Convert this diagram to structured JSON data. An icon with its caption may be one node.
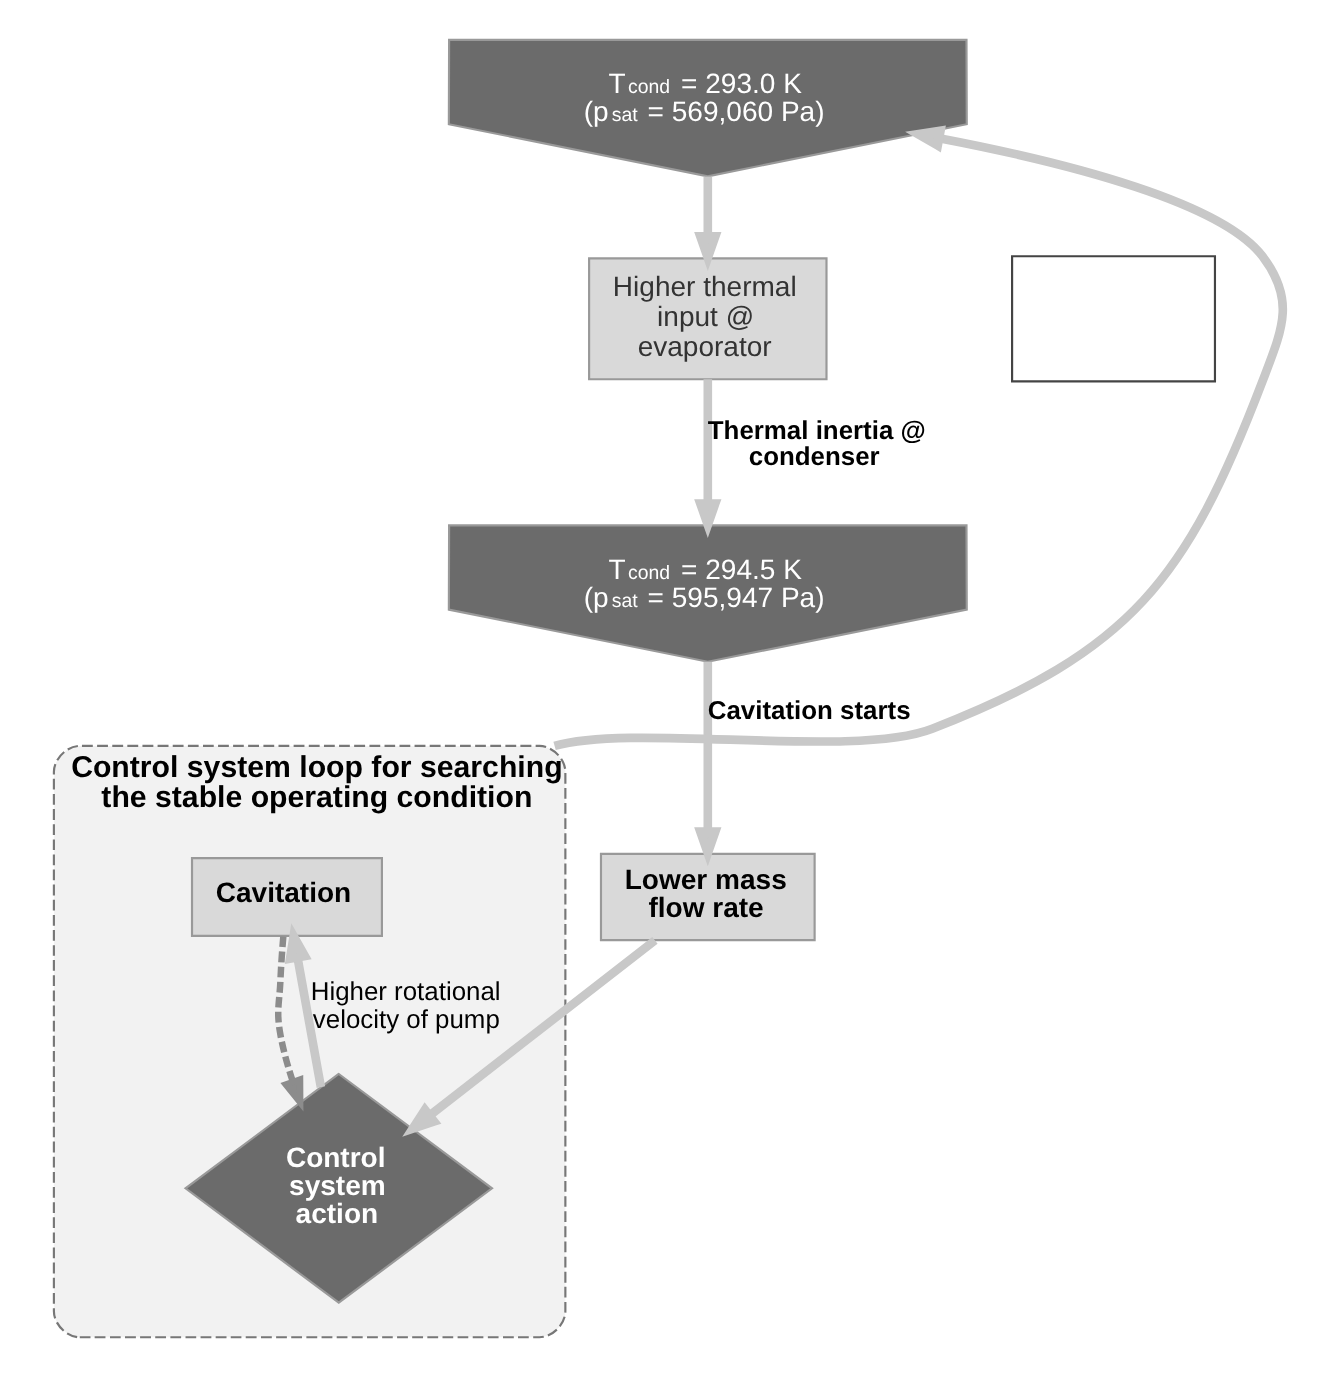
{
  "diagram": {
    "nodes": [
      {
        "text": [
          "T$_{cond}$ = 293.0 K (p$_{sat}$ = 569,060 Pa)"
        ]
      },
      {
        "text": [
          "Higher thermal input @ evaporator"
        ]
      },
      {
        "text": [],
        "shape": "box"
      },
      {
        "text": [
          "T$_{cond}$ = 294.5 K (p$_{sat}$ = 595,947 Pa)"
        ]
      },
      {
        "text": [
          "Lower mass flow rate"
        ]
      },
      {
        "text": [
          "Control system loop for searching the stable operating condition"
        ]
      },
      {
        "text": [
          "Cavitation"
        ],
        "in": 5
      },
      {
        "text": [
          "Control system action"
        ],
        "in": 5
      }
    ],
    "edges": [
      {
        "from": 0,
        "to": 1,
        "arrow": "to"
      },
      {
        "from": 1,
        "to": 3,
        "arrow": "to",
        "label": "Thermal inertia @ condenser"
      },
      {
        "from": 3,
        "to": 4,
        "arrow": "to",
        "label": "Cavitation starts"
      },
      {
        "from": 4,
        "to": 7,
        "arrow": "to"
      },
      {
        "from": 7,
        "to": 6,
        "arrow": "to",
        "label": "Higher rotational velocity of pump"
      },
      {
        "from": 6,
        "to": 7,
        "arrow": "to",
        "style": "dashed",
        "color": "#8c8c8c"
      },
      {
        "from": 5,
        "to": 0,
        "arrow": "to"
      }
    ]
  }
}
